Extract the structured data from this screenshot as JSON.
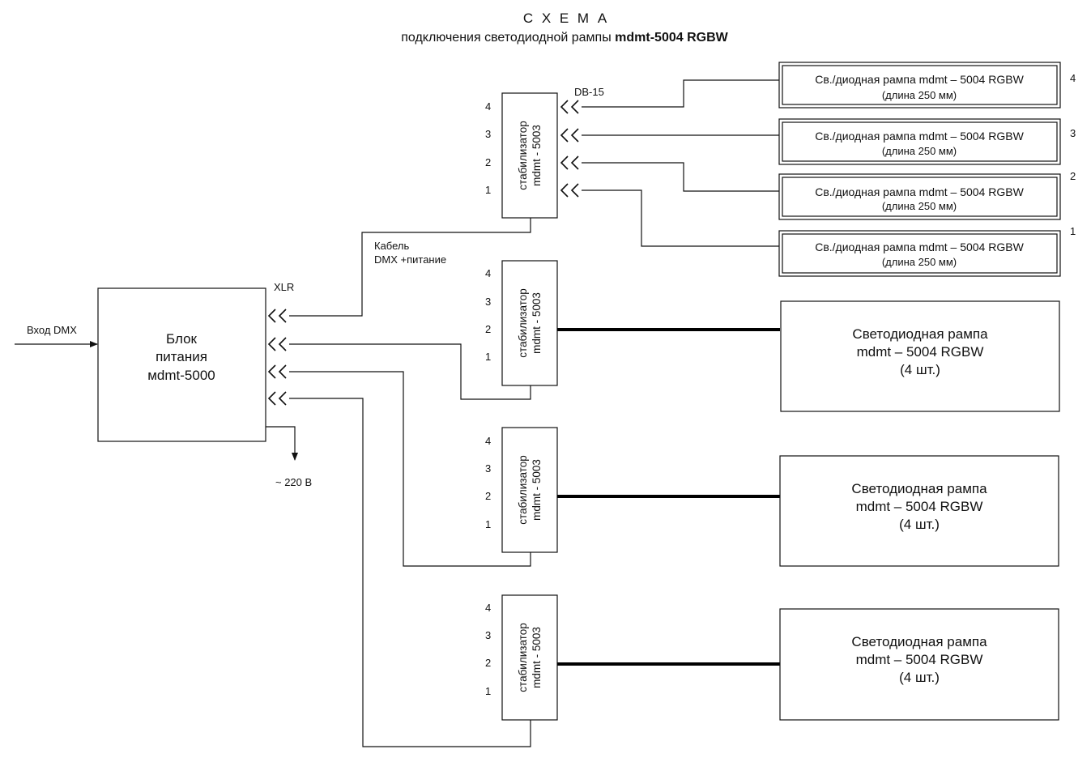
{
  "title": {
    "line1": "С Х Е М А",
    "line2_prefix": "подключения светодиодной рампы",
    "line2_bold": "mdmt-5004 RGBW"
  },
  "power_block": {
    "line1": "Блок",
    "line2": "питания",
    "line3": "мdmt-5000"
  },
  "input_label": "Вход DMX",
  "mains_label": "~ 220 В",
  "xlr_label": "XLR",
  "cable_label": {
    "line1": "Кабель",
    "line2": "DMX +питание"
  },
  "db15_label": "DB-15",
  "stabilizers": [
    {
      "line1": "стабилизатор",
      "line2": "mdmt - 5003",
      "pins": [
        "4",
        "3",
        "2",
        "1"
      ]
    },
    {
      "line1": "стабилизатор",
      "line2": "mdmt - 5003",
      "pins": [
        "4",
        "3",
        "2",
        "1"
      ]
    },
    {
      "line1": "стабилизатор",
      "line2": "mdmt - 5003",
      "pins": [
        "4",
        "3",
        "2",
        "1"
      ]
    },
    {
      "line1": "стабилизатор",
      "line2": "mdmt - 5003",
      "pins": [
        "4",
        "3",
        "2",
        "1"
      ]
    }
  ],
  "small_ramps": [
    {
      "line1": "Св./диодная рампа  mdmt – 5004 RGBW",
      "line2": "(длина 250 мм)",
      "number": "4"
    },
    {
      "line1": "Св./диодная рампа  mdmt – 5004 RGBW",
      "line2": "(длина 250 мм)",
      "number": "3"
    },
    {
      "line1": "Св./диодная рампа  mdmt – 5004 RGBW",
      "line2": "(длина 250 мм)",
      "number": "2"
    },
    {
      "line1": "Св./диодная рампа  mdmt – 5004 RGBW",
      "line2": "(длина 250 мм)",
      "number": "1"
    }
  ],
  "big_ramps": [
    {
      "line1": "Светодиодная рампа",
      "line2": "mdmt – 5004 RGBW",
      "line3": "(4 шт.)"
    },
    {
      "line1": "Светодиодная рампа",
      "line2": "mdmt – 5004 RGBW",
      "line3": "(4 шт.)"
    },
    {
      "line1": "Светодиодная рампа",
      "line2": "mdmt – 5004 RGBW",
      "line3": "(4 шт.)"
    }
  ]
}
